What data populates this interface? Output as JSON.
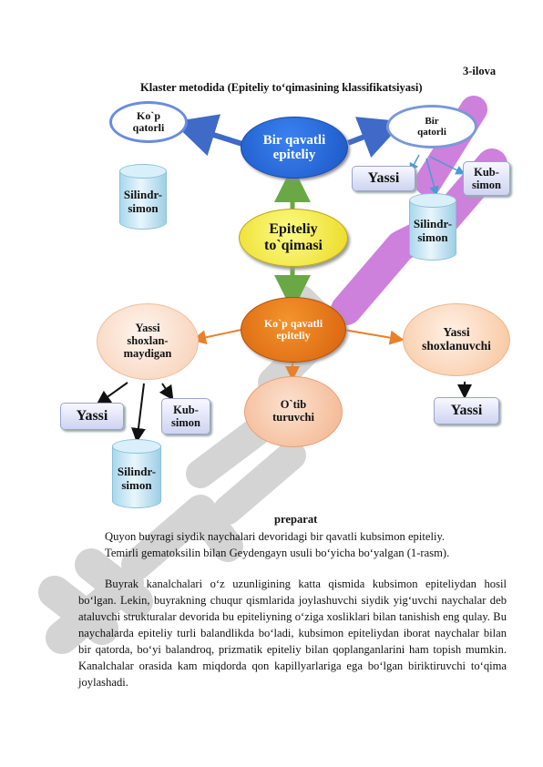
{
  "header": {
    "appendix": "3-ilova",
    "title": "Klaster metodida (Epiteliy to‘qimasining klassifikatsiyasi)"
  },
  "diagram": {
    "center": "Epiteliy to`qimasi",
    "single_layer": "Bir qavatli epiteliy",
    "multi_layer": "Ko`p qavatli epiteliy",
    "multi_row": "Ko`p qatorli",
    "single_row": "Bir qatorli",
    "cyl_left_top": "Silindr-simon",
    "flat_right": "Yassi",
    "cube_right": "Kub-simon",
    "cyl_right": "Silindr-simon",
    "non_keratin": "Yassi shoxlan-maydigan",
    "keratin": "Yassi shoxlanuvchi",
    "transitional": "O`tib turuvchi",
    "flat_bottom_left": "Yassi",
    "cube_bottom_left": "Kub-simon",
    "cyl_bottom_left": "Silindr-simon",
    "flat_bottom_right": "Yassi"
  },
  "body": {
    "preparat_label": "preparat",
    "line1": "Quyon buyragi siydik naychalari devoridagi bir qavatli kubsimon epiteliy.",
    "line2": "Temirli gematoksilin bilan Geydengayn usuli bo‘yicha bo‘yalgan (1-rasm).",
    "paragraph": "Buyrak kanalchalari o‘z uzunligining katta qismida kubsimon epiteliydan hosil bo‘lgan. Lekin, buyrakning chuqur qismlarida joylashuvchi siydik yig‘uvchi naychalar deb ataluvchi strukturalar devorida bu epiteliyning o‘ziga xosliklari bilan tanishish eng qulay. Bu naychalarda epiteliy turli balandlikda bo‘ladi, kubsimon epiteliydan iborat naychalar bilan bir qatorda, bo‘yi balandroq, prizmatik epiteliy bilan qoplanganlarini ham topish mumkin. Kanalchalar orasida kam miqdorda qon kapillyarlariga ega bo‘lgan biriktiruvchi to‘qima joylashadi."
  },
  "colors": {
    "blue_node": "#1e62d0",
    "yellow_node": "#f4f14a",
    "orange_node": "#e8730f",
    "peach_node": "#f8c9a8",
    "watermark": "#d2d2d2",
    "watermark_accent": "#c872d8"
  }
}
